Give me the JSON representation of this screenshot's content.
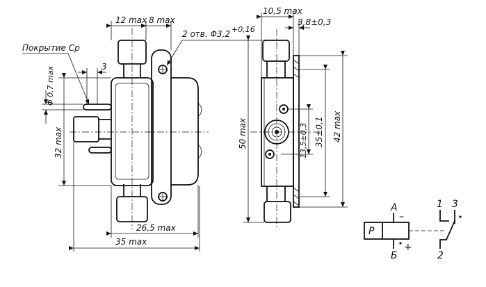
{
  "front_view": {
    "dim_width_top": "12 max",
    "dim_plate_width": "8 max",
    "dim_holes": "2 отв. Φ3,2",
    "dim_holes_tol": "+0,16",
    "dim_coating": "Покрытие Ср",
    "dim_pin_offset": "3",
    "dim_pin_diam": "Φ 0,7 max",
    "dim_body_height": "32 max",
    "dim_body_length": "26,5 max",
    "dim_overall_length": "35 max"
  },
  "side_view": {
    "dim_width": "10,5 max",
    "dim_plate_thickness": "3,8±0,3",
    "dim_overall_height": "50 max",
    "dim_hole_spacing_small": "13,5±0,3",
    "dim_hole_spacing": "35±0,1",
    "dim_plate_height": "42 max"
  },
  "schematic": {
    "relay_label": "Р",
    "terminal_a": "А",
    "terminal_b": "Б",
    "minus_sign": "–",
    "plus_sign": "+",
    "contact_1": "1",
    "contact_2": "2",
    "contact_3": "3"
  }
}
